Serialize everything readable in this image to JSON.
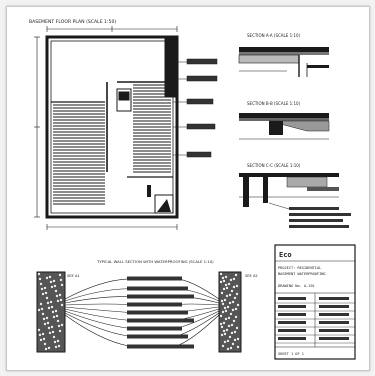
{
  "sheet": {
    "plan_title": "BASEMENT FLOOR PLAN (SCALE 1:50)",
    "detail_titles": [
      "SECTION A-A (SCALE 1:10)",
      "SECTION B-B (SCALE 1:10)",
      "SECTION C-C (SCALE 1:10)"
    ],
    "wall_section_title": "TYPICAL WALL SECTION WITH WATERPROOFING (SCALE 1:10)",
    "wall_section_tags": [
      "SEE A1",
      "SEE A2"
    ],
    "title_block": {
      "logo": "Eco",
      "lines": [
        "PROJECT: RESIDENTIAL",
        "BASEMENT WATERPROOFING",
        "DRAWING No. A-101"
      ],
      "footer": "SHEET 1 OF 1"
    }
  },
  "colors": {
    "ink": "#1a1a1a",
    "paper": "#ffffff",
    "frame": "#c9c9c9"
  }
}
